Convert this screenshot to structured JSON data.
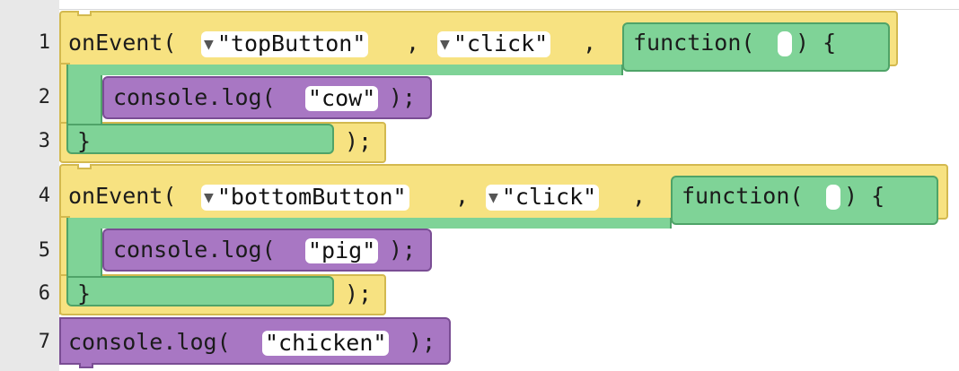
{
  "line_numbers": [
    "1",
    "2",
    "3",
    "4",
    "5",
    "6",
    "7"
  ],
  "blocks": [
    {
      "on_event": "onEvent(",
      "target": "\"topButton\"",
      "comma1": ",",
      "event": "\"click\"",
      "comma2": ",",
      "function": "function(",
      "function_close": ") {",
      "log_prefix": "console.log(",
      "log_value": "\"cow\"",
      "log_suffix": ");",
      "close_brace": "}",
      "close_paren": ");"
    },
    {
      "on_event": "onEvent(",
      "target": "\"bottomButton\"",
      "comma1": ",",
      "event": "\"click\"",
      "comma2": ",",
      "function": "function(",
      "function_close": ") {",
      "log_prefix": "console.log(",
      "log_value": "\"pig\"",
      "log_suffix": ");",
      "close_brace": "}",
      "close_paren": ");"
    }
  ],
  "final_log": {
    "prefix": "console.log(",
    "value": "\"chicken\"",
    "suffix": ");"
  },
  "dropdown_icon": "triangle-down-icon",
  "colors": {
    "event": "#f7e281",
    "function": "#7fd397",
    "log": "#a877c3",
    "gutter": "#e8e8e8"
  }
}
